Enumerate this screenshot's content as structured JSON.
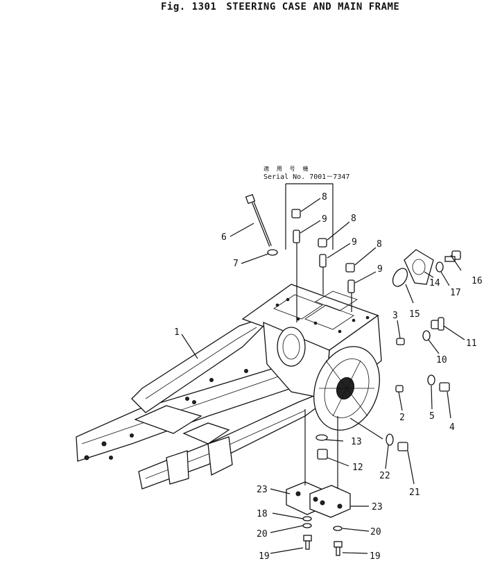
{
  "figure": {
    "number": "Fig. 1301",
    "title": "STEERING CASE AND MAIN FRAME"
  },
  "serial_note": {
    "japanese": "適 用 号 機",
    "text": "Serial No. 7001－7347"
  },
  "callouts": [
    {
      "id": "1"
    },
    {
      "id": "2"
    },
    {
      "id": "3"
    },
    {
      "id": "4"
    },
    {
      "id": "5"
    },
    {
      "id": "6"
    },
    {
      "id": "7"
    },
    {
      "id": "8"
    },
    {
      "id": "9"
    },
    {
      "id": "10"
    },
    {
      "id": "11"
    },
    {
      "id": "12"
    },
    {
      "id": "13"
    },
    {
      "id": "14"
    },
    {
      "id": "15"
    },
    {
      "id": "16"
    },
    {
      "id": "17"
    },
    {
      "id": "18"
    },
    {
      "id": "19"
    },
    {
      "id": "20"
    },
    {
      "id": "21"
    },
    {
      "id": "22"
    },
    {
      "id": "23"
    }
  ]
}
